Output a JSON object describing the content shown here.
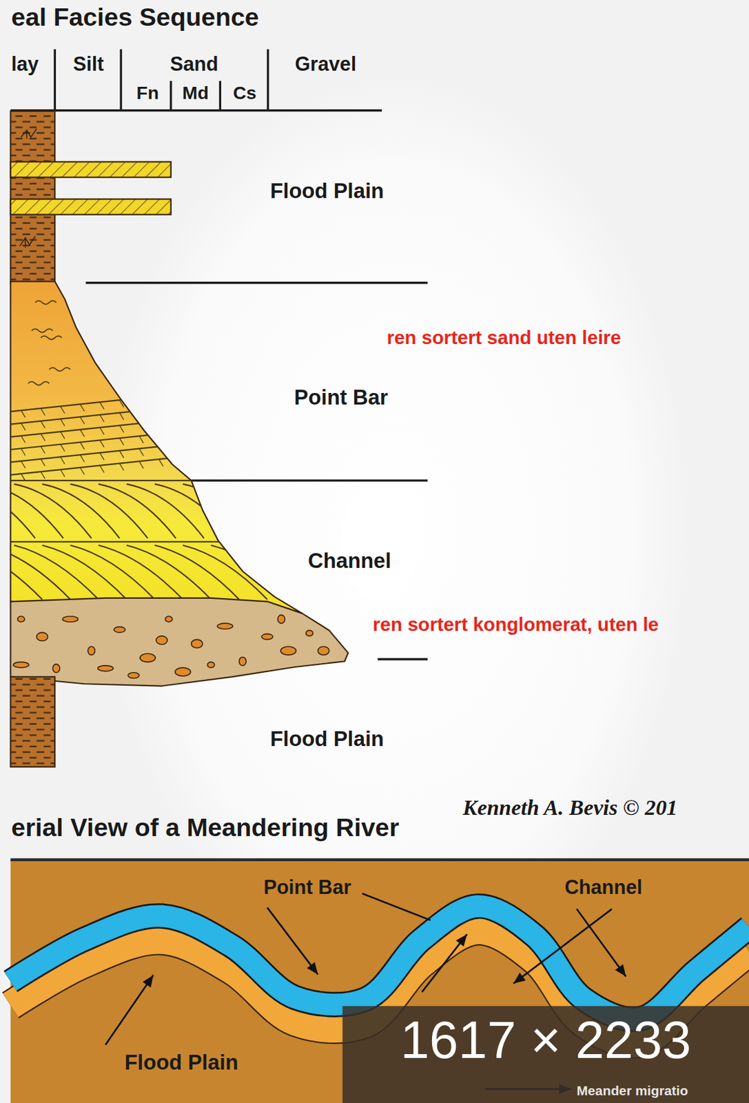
{
  "diagram": {
    "title": "eal Facies Sequence",
    "nodes": [
      {
        "text": [
          "1617 × 2233"
        ]
      }
    ],
    "labels": [
      "lay",
      "Silt",
      "Sand",
      "Fn",
      "Md",
      "Cs",
      "Gravel",
      "Flood Plain",
      "ren sortert sand uten leire",
      "Point Bar",
      "Channel",
      "ren sortert konglomerat, uten le",
      "Flood Plain",
      "Kenneth A. Bevis © 201",
      "erial View of a Meandering River",
      "Point Bar",
      "Channel",
      "Flood Plain",
      "Meander migratio"
    ]
  }
}
